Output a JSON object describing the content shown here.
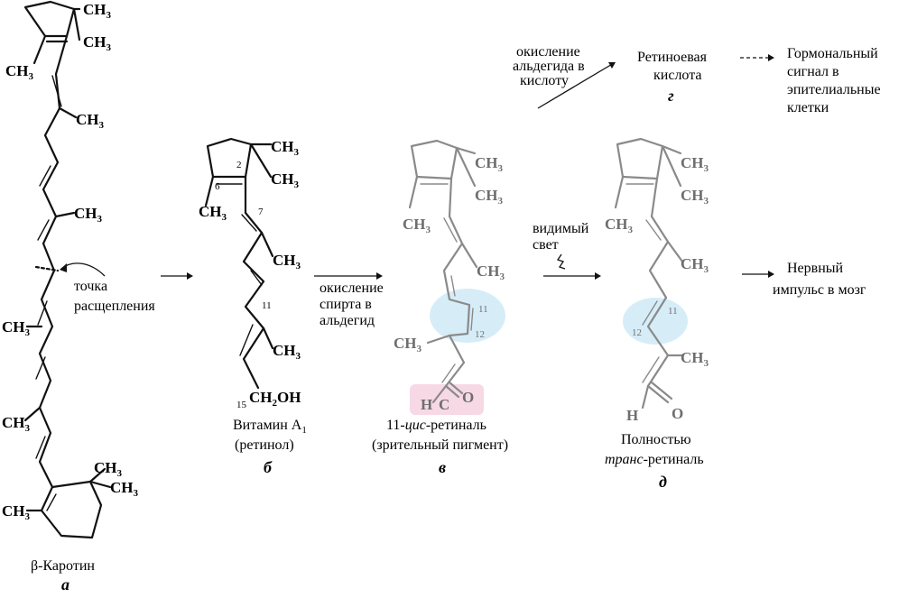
{
  "labels": {
    "a_caption": "β-Каротин",
    "a_letter": "а",
    "cleavage_line1": "точка",
    "cleavage_line2": "расщепления",
    "b_line1": "Витамин A",
    "b_sub": "1",
    "b_line2": "(ретинол)",
    "b_letter": "б",
    "step1_line1": "окисление",
    "step1_line2": "спирта в",
    "step1_line3": "альдегид",
    "v_prefix": "11-",
    "v_italic": "цис",
    "v_suffix": "-ретиналь",
    "v_line2": "(зрительный пигмент)",
    "v_letter": "в",
    "light_line1": "видимый",
    "light_line2": "свет",
    "d_line1": "Полностью",
    "d_italic": "транс",
    "d_suffix": "-ретиналь",
    "d_letter": "д",
    "top_step_line1": "окисление",
    "top_step_line2": "альдегида в",
    "top_step_line3": "кислоту",
    "g_line1": "Ретиноевая",
    "g_line2": "кислота",
    "g_letter": "г",
    "hormone_line1": "Гормональный",
    "hormone_line2": "сигнал в",
    "hormone_line3": "эпителиальные",
    "hormone_line4": "клетки",
    "nerve_line1": "Нервный",
    "nerve_line2": "импульс в мозг"
  },
  "atoms": {
    "ch3": "CH",
    "ch3_sub": "3",
    "ch2oh_pre": "CH",
    "ch2oh_sub": "2",
    "ch2oh_post": "OH",
    "h": "H",
    "o": "O",
    "c_eq": "C"
  },
  "carbon_numbers": {
    "n2": "2",
    "n6": "6",
    "n7": "7",
    "n11": "11",
    "n12": "12",
    "n15": "15"
  },
  "highlight_colors": {
    "cis_bond": "#cfeaf7",
    "aldehyde": "#f7d9e6",
    "gray_structure": "#8a8a8a"
  }
}
